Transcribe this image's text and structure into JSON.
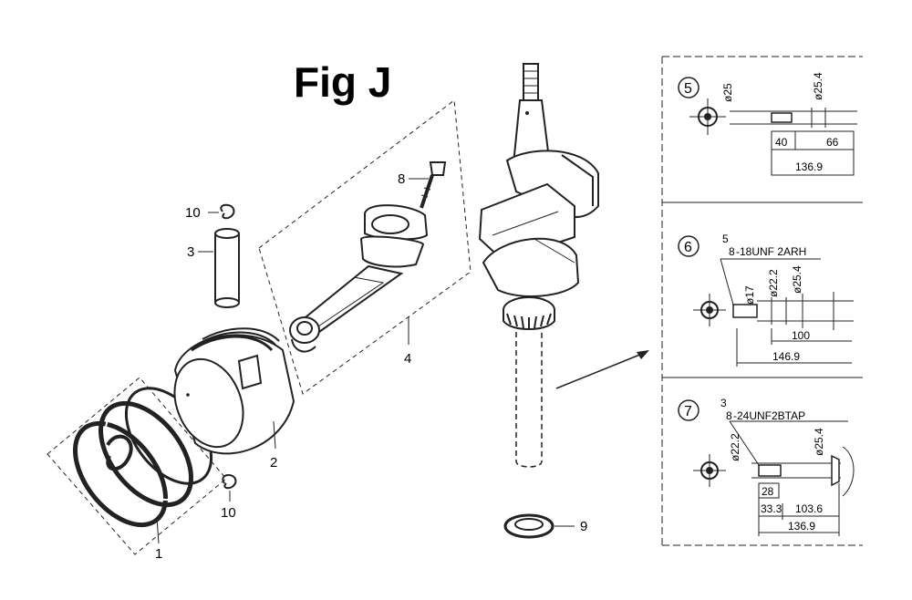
{
  "title": "Fig J",
  "callouts": {
    "ring_set": "1",
    "piston": "2",
    "piston_pin": "3",
    "connecting_rod": "4",
    "rod_bolt": "8",
    "crank_washer": "9",
    "pin_clip_top": "10",
    "pin_clip_bottom": "10"
  },
  "detail_5": {
    "number": "5",
    "dims": {
      "d1": "ø25",
      "d2": "ø25.4",
      "l1": "40",
      "l2": "66",
      "total": "136.9"
    }
  },
  "detail_6": {
    "number": "6",
    "thread_num": "5",
    "thread_den": "8",
    "thread": "-18UNF 2ARH",
    "dims": {
      "d1": "ø17",
      "d2": "ø22.2",
      "d3": "ø25.4",
      "l1": "100",
      "total": "146.9"
    }
  },
  "detail_7": {
    "number": "7",
    "thread_num": "3",
    "thread_den": "8",
    "thread": "-24UNF2BTAP",
    "dims": {
      "d1": "ø22.2",
      "d2": "ø25.4",
      "l1": "28",
      "l2": "33.3",
      "l3": "103.6",
      "total": "136.9"
    }
  }
}
